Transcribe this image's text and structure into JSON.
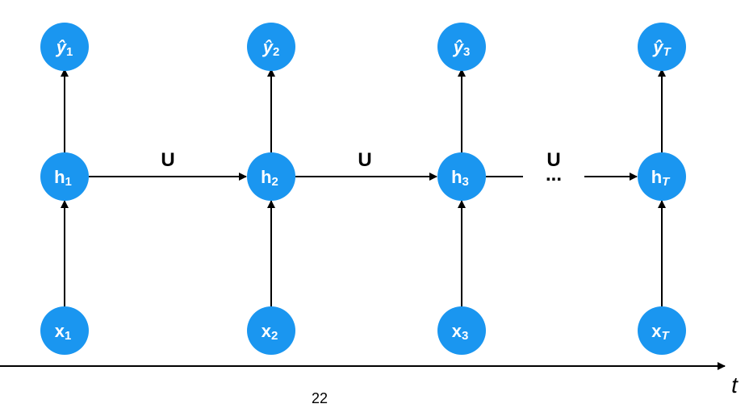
{
  "nodes": {
    "outputs": [
      {
        "main": "ŷ",
        "sub": "1"
      },
      {
        "main": "ŷ",
        "sub": "2"
      },
      {
        "main": "ŷ",
        "sub": "3"
      },
      {
        "main": "ŷ",
        "sub": "T"
      }
    ],
    "hidden": [
      {
        "main": "h",
        "sub": "1"
      },
      {
        "main": "h",
        "sub": "2"
      },
      {
        "main": "h",
        "sub": "3"
      },
      {
        "main": "h",
        "sub": "T"
      }
    ],
    "inputs": [
      {
        "main": "x",
        "sub": "1"
      },
      {
        "main": "x",
        "sub": "2"
      },
      {
        "main": "x",
        "sub": "3"
      },
      {
        "main": "x",
        "sub": "T"
      }
    ]
  },
  "edges": {
    "recurrent_labels": [
      "U",
      "U",
      "U"
    ],
    "ellipsis": "..."
  },
  "axis": {
    "label": "t"
  },
  "page_number": "22",
  "colors": {
    "node_fill": "#1a96f0",
    "node_text": "#ffffff",
    "edge": "#000000"
  }
}
